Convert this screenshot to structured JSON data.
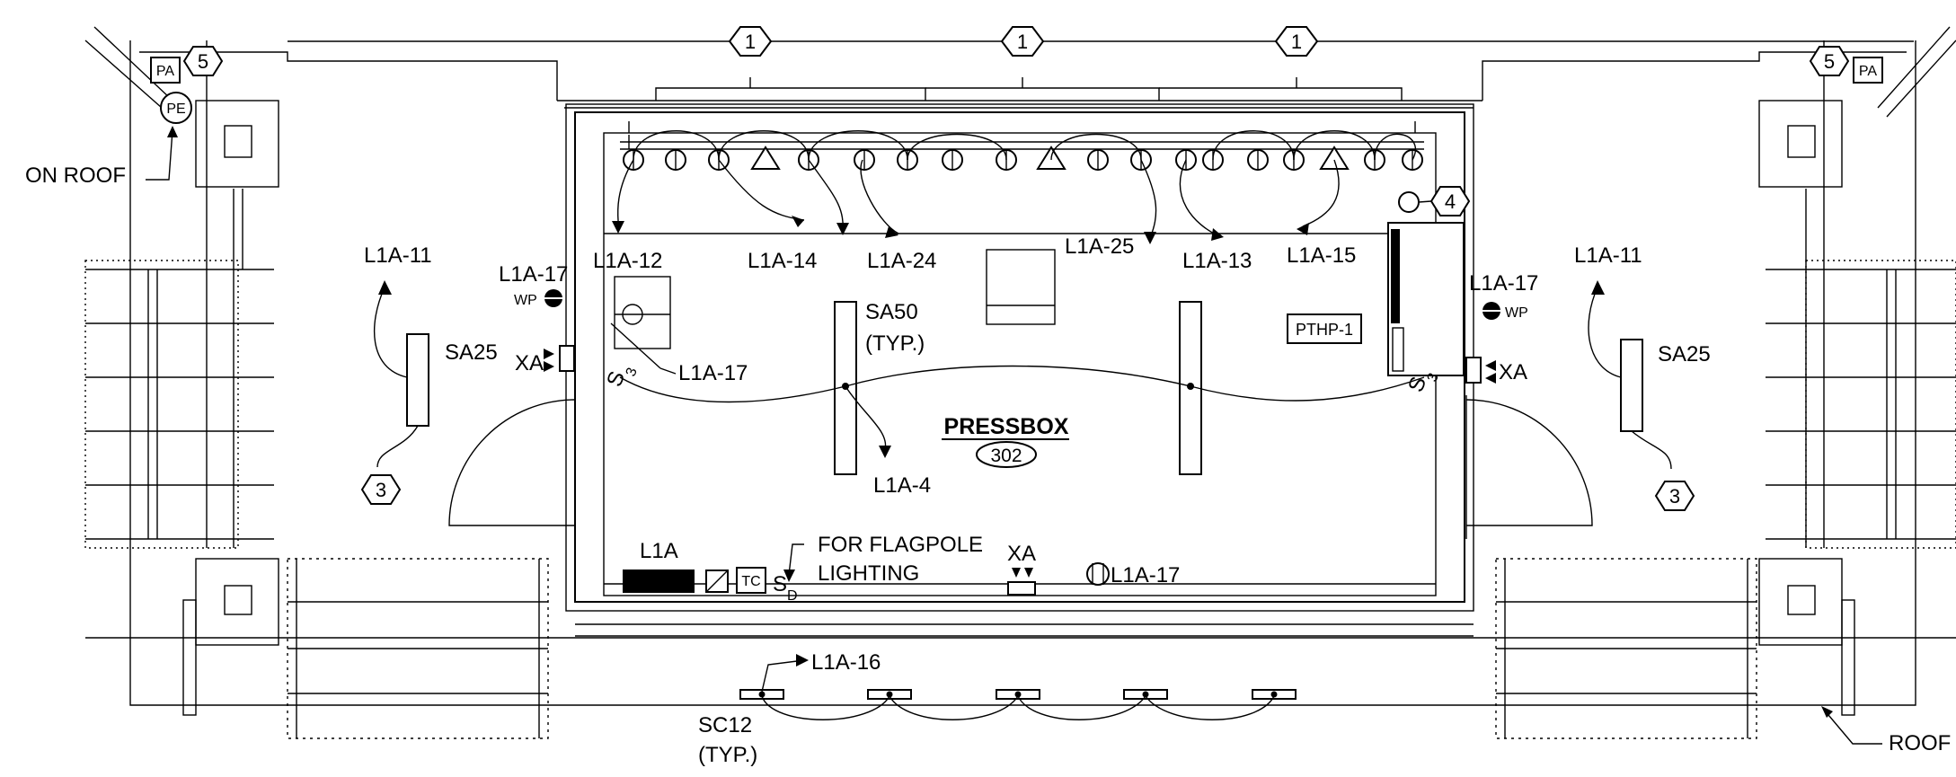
{
  "room": {
    "name": "PRESSBOX",
    "number": "302"
  },
  "keynotes": {
    "k1": "1",
    "k3": "3",
    "k4": "4",
    "k5": "5"
  },
  "symbols": {
    "pa": "PA",
    "pe": "PE",
    "tc": "TC",
    "wp": "WP"
  },
  "labels": {
    "on_roof": "ON ROOF",
    "roof": "ROOF",
    "l1a_11": "L1A-11",
    "l1a_17": "L1A-17",
    "l1a_12": "L1A-12",
    "l1a_14": "L1A-14",
    "l1a_24": "L1A-24",
    "l1a_25": "L1A-25",
    "l1a_13": "L1A-13",
    "l1a_15": "L1A-15",
    "l1a_4": "L1A-4",
    "l1a_16": "L1A-16",
    "l1a": "L1A",
    "sa25": "SA25",
    "sa50": "SA50",
    "typ": "(TYP.)",
    "sc12": "SC12",
    "xa": "XA",
    "pthp": "PTHP-1",
    "flag1": "FOR FLAGPOLE",
    "flag2": "LIGHTING",
    "s": "S",
    "sub3": "3",
    "subd": "D"
  }
}
